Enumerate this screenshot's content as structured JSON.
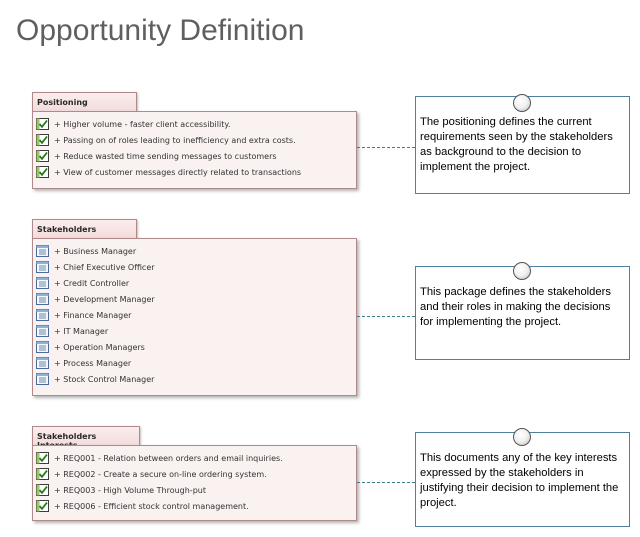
{
  "page": {
    "title": "Opportunity Definition"
  },
  "packages": [
    {
      "name": "Positioning",
      "icon": "requirement-check-icon",
      "items": [
        "+ Higher volume - faster client accessibility.",
        "+ Passing on of roles leading to inefficiency and extra costs.",
        "+ Reduce wasted time sending messages to customers",
        "+ View of customer messages directly related to transactions"
      ],
      "note": "The positioning defines the current requirements seen by the stakeholders as background to the decision to implement the project."
    },
    {
      "name": "Stakeholders",
      "icon": "stakeholder-document-icon",
      "items": [
        "+ Business Manager",
        "+ Chief Executive Officer",
        "+ Credit Controller",
        "+ Development Manager",
        "+ Finance Manager",
        "+ IT Manager",
        "+ Operation Managers",
        "+ Process Manager",
        "+ Stock Control Manager"
      ],
      "note": "This package defines the stakeholders and their roles in making the decisions for implementing the project."
    },
    {
      "name": "Stakeholders Interests",
      "icon": "requirement-check-icon",
      "items": [
        "+ REQ001 - Relation between orders and email inquiries.",
        "+ REQ002 - Create a secure on-line ordering system.",
        "+ REQ003 - High Volume Through-put",
        "+ REQ006 - Efficient stock control management."
      ],
      "note": "This documents any of the key interests expressed by the stakeholders in justifying their decision to implement the project."
    }
  ]
}
